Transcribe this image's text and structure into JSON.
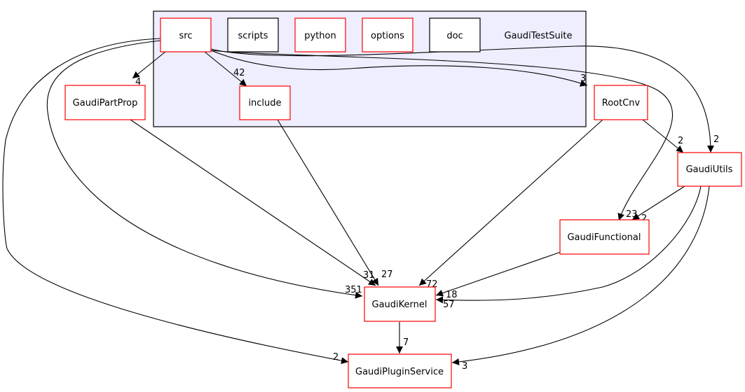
{
  "cluster": {
    "label": "GaudiTestSuite",
    "fill": "#eeeeff",
    "stroke": "#000000"
  },
  "colors": {
    "node_border_red": "#ff0000",
    "node_border_black": "#000000",
    "node_fill": "#ffffff",
    "edge": "#000000"
  },
  "nodes": {
    "src": "src",
    "scripts": "scripts",
    "python": "python",
    "options": "options",
    "doc": "doc",
    "include": "include",
    "gaudipartprop": "GaudiPartProp",
    "rootcnv": "RootCnv",
    "gaudiutils": "GaudiUtils",
    "gaudifunctional": "GaudiFunctional",
    "gaudikernel": "GaudiKernel",
    "gaudipluginservice": "GaudiPluginService"
  },
  "edge_labels": {
    "src_gaudipartprop": "4",
    "src_include": "42",
    "src_rootcnv": "3",
    "src_gaudiutils": "2",
    "src_gaudifunctional": "23",
    "src_gaudikernel": "351",
    "src_gaudipluginservice": "2",
    "gaudipartprop_gaudikernel": "31",
    "include_gaudikernel": "27",
    "rootcnv_gaudikernel": "72",
    "rootcnv_gaudiutils": "2",
    "gaudiutils_gaudifunctional": "2",
    "gaudiutils_gaudikernel": "57",
    "gaudiutils_gaudipluginservice": "3",
    "gaudifunctional_gaudikernel": "18",
    "gaudikernel_gaudipluginservice": "7"
  }
}
